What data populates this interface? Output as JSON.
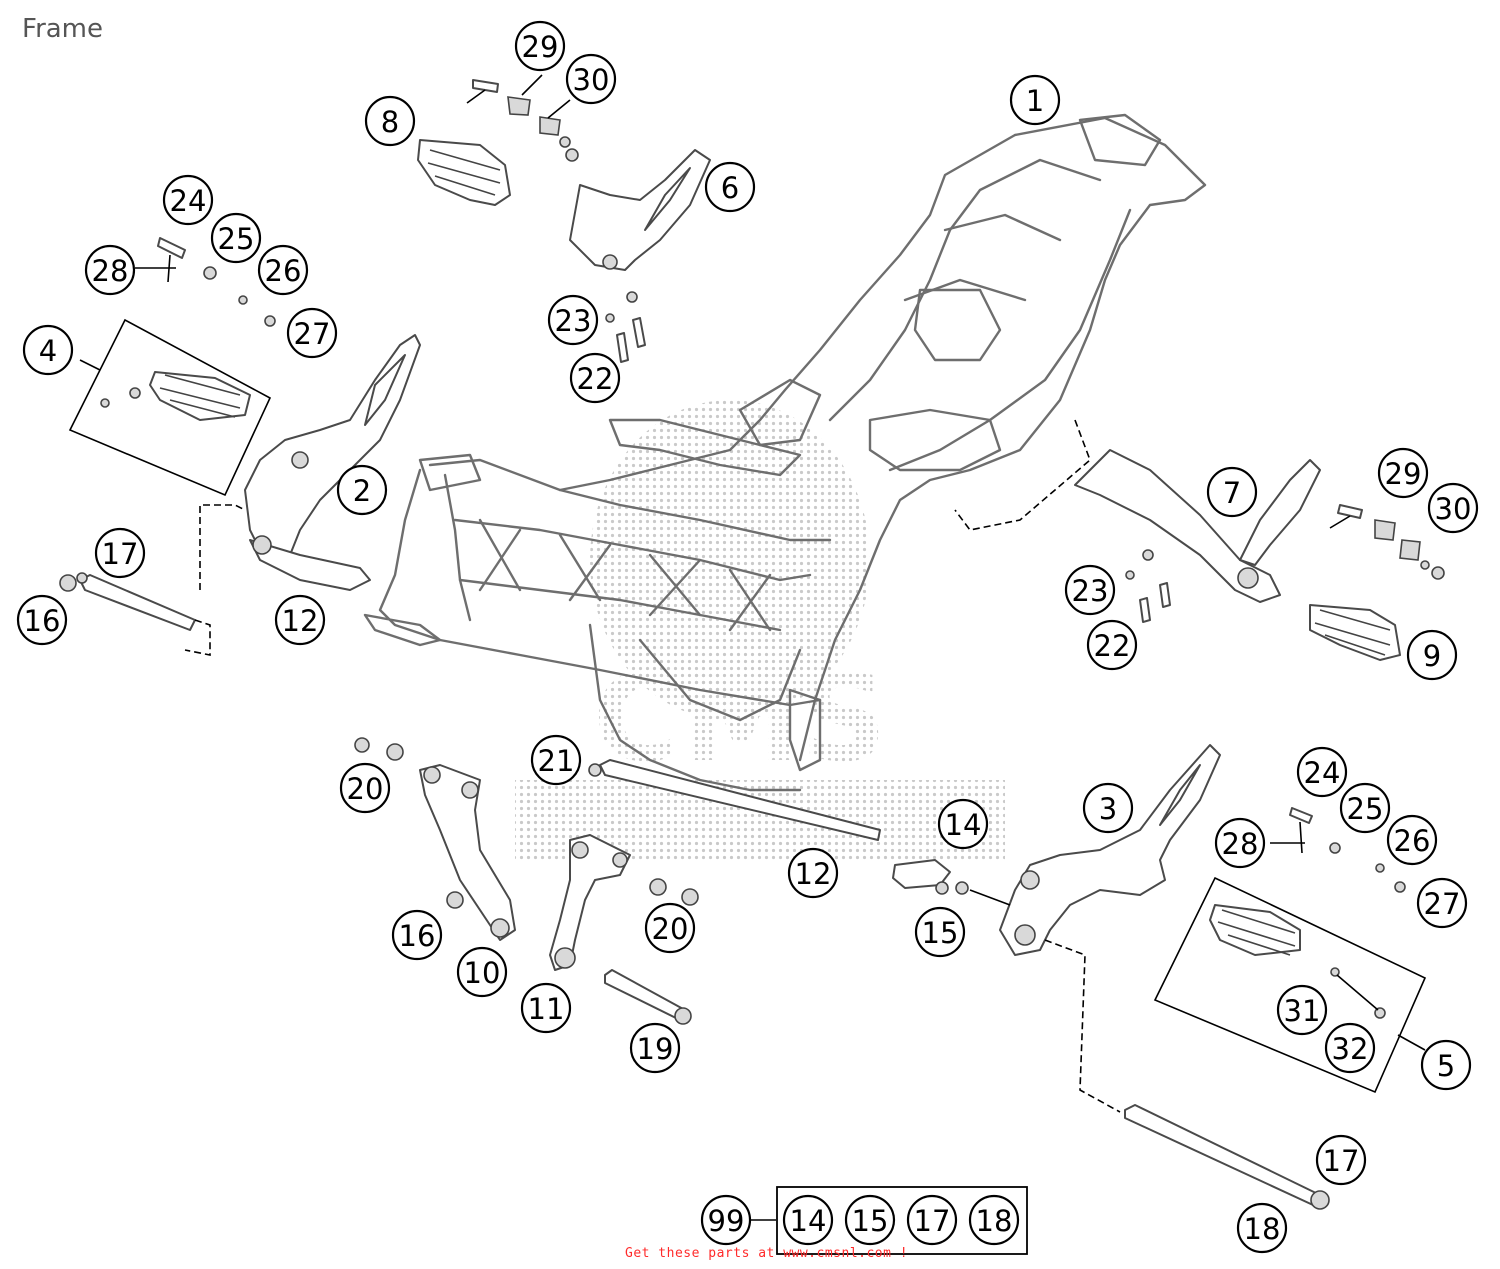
{
  "title": "Frame",
  "footer": "Get these parts at www.cmsnl.com !",
  "watermark": "CMS",
  "callouts": [
    {
      "id": "c1",
      "label": "1"
    },
    {
      "id": "c2",
      "label": "2"
    },
    {
      "id": "c3",
      "label": "3"
    },
    {
      "id": "c4",
      "label": "4"
    },
    {
      "id": "c5",
      "label": "5"
    },
    {
      "id": "c6",
      "label": "6"
    },
    {
      "id": "c7",
      "label": "7"
    },
    {
      "id": "c8",
      "label": "8"
    },
    {
      "id": "c9",
      "label": "9"
    },
    {
      "id": "c10",
      "label": "10"
    },
    {
      "id": "c11",
      "label": "11"
    },
    {
      "id": "c12a",
      "label": "12"
    },
    {
      "id": "c12b",
      "label": "12"
    },
    {
      "id": "c14a",
      "label": "14"
    },
    {
      "id": "c15a",
      "label": "15"
    },
    {
      "id": "c16a",
      "label": "16"
    },
    {
      "id": "c16b",
      "label": "16"
    },
    {
      "id": "c17a",
      "label": "17"
    },
    {
      "id": "c17b",
      "label": "17"
    },
    {
      "id": "c18a",
      "label": "18"
    },
    {
      "id": "c19",
      "label": "19"
    },
    {
      "id": "c20a",
      "label": "20"
    },
    {
      "id": "c20b",
      "label": "20"
    },
    {
      "id": "c21",
      "label": "21"
    },
    {
      "id": "c22a",
      "label": "22"
    },
    {
      "id": "c22b",
      "label": "22"
    },
    {
      "id": "c23a",
      "label": "23"
    },
    {
      "id": "c23b",
      "label": "23"
    },
    {
      "id": "c24a",
      "label": "24"
    },
    {
      "id": "c24b",
      "label": "24"
    },
    {
      "id": "c25a",
      "label": "25"
    },
    {
      "id": "c25b",
      "label": "25"
    },
    {
      "id": "c26a",
      "label": "26"
    },
    {
      "id": "c26b",
      "label": "26"
    },
    {
      "id": "c27a",
      "label": "27"
    },
    {
      "id": "c27b",
      "label": "27"
    },
    {
      "id": "c28a",
      "label": "28"
    },
    {
      "id": "c28b",
      "label": "28"
    },
    {
      "id": "c29a",
      "label": "29"
    },
    {
      "id": "c29b",
      "label": "29"
    },
    {
      "id": "c30a",
      "label": "30"
    },
    {
      "id": "c30b",
      "label": "30"
    },
    {
      "id": "c31",
      "label": "31"
    },
    {
      "id": "c32",
      "label": "32"
    },
    {
      "id": "c99",
      "label": "99"
    }
  ],
  "kit": {
    "label": "99",
    "items": [
      "14",
      "15",
      "17",
      "18"
    ]
  }
}
